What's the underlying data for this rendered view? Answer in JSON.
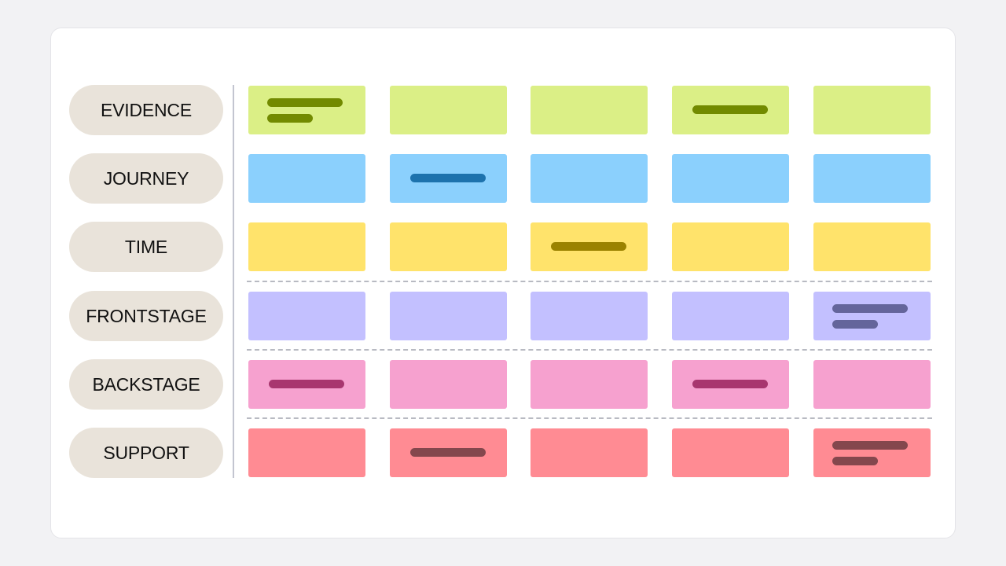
{
  "rows": [
    {
      "label": "EVIDENCE",
      "fill": "#dbef86",
      "ink": "#728a00"
    },
    {
      "label": "JOURNEY",
      "fill": "#8bd0fd",
      "ink": "#1d72ad"
    },
    {
      "label": "TIME",
      "fill": "#ffe36b",
      "ink": "#9b8200"
    },
    {
      "label": "FRONTSTAGE",
      "fill": "#c3c0ff",
      "ink": "#64659b"
    },
    {
      "label": "BACKSTAGE",
      "fill": "#f6a1cf",
      "ink": "#a8366f"
    },
    {
      "label": "SUPPORT",
      "fill": "#ff8b93",
      "ink": "#84474d"
    }
  ],
  "columns": 5,
  "notes": [
    {
      "row": 0,
      "col": 0,
      "lines": 2
    },
    {
      "row": 0,
      "col": 3,
      "lines": 1
    },
    {
      "row": 1,
      "col": 1,
      "lines": 1
    },
    {
      "row": 2,
      "col": 2,
      "lines": 1
    },
    {
      "row": 3,
      "col": 4,
      "lines": 2
    },
    {
      "row": 4,
      "col": 0,
      "lines": 1
    },
    {
      "row": 4,
      "col": 3,
      "lines": 1
    },
    {
      "row": 5,
      "col": 1,
      "lines": 1
    },
    {
      "row": 5,
      "col": 4,
      "lines": 2
    }
  ],
  "separators_after_rows": [
    2,
    3,
    4
  ]
}
